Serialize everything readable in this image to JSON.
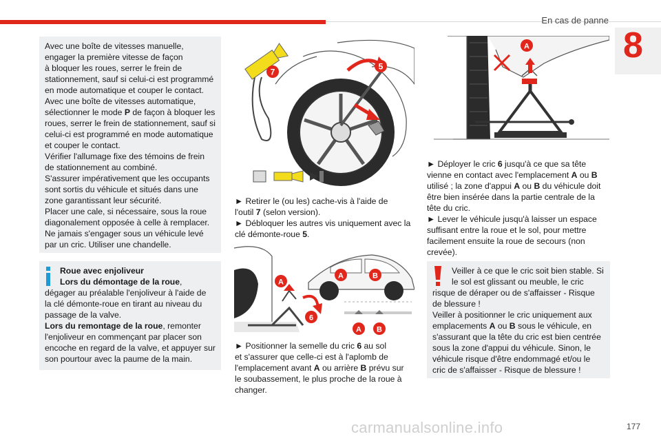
{
  "header": {
    "section": "En cas de panne",
    "chapter": "8"
  },
  "col1": {
    "box1": [
      "Avec une boîte de vitesses manuelle,",
      "engager la première vitesse de façon",
      "à bloquer les roues, serrer le frein de",
      "stationnement, sauf si celui-ci est programmé",
      "en mode automatique et couper le contact.",
      "Avec une boîte de vitesses automatique,",
      [
        "sélectionner le mode ",
        "P",
        " de façon à bloquer les"
      ],
      "roues, serrer le frein de stationnement, sauf si",
      "celui-ci est programmé en mode automatique",
      "et couper le contact.",
      "Vérifier l'allumage fixe des témoins de frein",
      "de stationnement au combiné.",
      "S'assurer impérativement que les occupants",
      "sont sortis du véhicule et situés dans une",
      "zone garantissant leur sécurité.",
      "Placer une cale, si nécessaire, sous la roue",
      "diagonalement opposée à celle à remplacer.",
      "Ne jamais s'engager sous un véhicule levé",
      "par un cric. Utiliser une chandelle."
    ],
    "box2": {
      "title": "Roue avec enjoliveur",
      "sub1": "Lors du démontage de la roue",
      "sub1_tail": ",",
      "lines1": [
        "dégager au préalable l'enjoliveur à l'aide de",
        "la clé démonte-roue en tirant au niveau du",
        "passage de la valve."
      ],
      "sub2": "Lors du remontage de la roue",
      "sub2_tail": ", remonter",
      "lines2": [
        "l'enjoliveur en commençant par placer son",
        "encoche en regard de la valve, et appuyer sur",
        "son pourtour avec la paume de la main."
      ]
    }
  },
  "col2": {
    "fig1_labels": {
      "tool": "7",
      "key": "5"
    },
    "text1": [
      [
        "► Retirer le (ou les) cache-vis à l'aide de",
        "",
        ""
      ],
      [
        "l'outil ",
        "7",
        " (selon version)."
      ],
      [
        "► Débloquer les autres vis uniquement avec la",
        "",
        ""
      ],
      [
        "clé démonte-roue ",
        "5",
        "."
      ]
    ],
    "fig2_labels": {
      "a": "A",
      "b": "B",
      "jack": "6"
    },
    "text2": [
      [
        "► Positionner la semelle du cric ",
        "6",
        " au sol"
      ],
      [
        "et s'assurer que celle-ci est à l'aplomb de",
        "",
        ""
      ],
      [
        "l'emplacement avant ",
        "A",
        " ou arrière "
      ],
      [
        "le soubassement, le plus proche de la roue à",
        "",
        ""
      ],
      [
        "changer.",
        "",
        ""
      ]
    ],
    "text2_b": "B",
    "text2_tail": " prévu sur"
  },
  "col3": {
    "fig3_label": "A",
    "text": [
      [
        "► Déployer le cric ",
        "6",
        " jusqu'à ce que sa tête"
      ],
      [
        "vienne en contact avec l'emplacement ",
        "A",
        " ou "
      ],
      [
        "utilisé ; la zone d'appui ",
        "A",
        " ou "
      ],
      [
        "être bien insérée dans la partie centrale de la",
        "",
        ""
      ],
      [
        "tête du cric.",
        "",
        ""
      ],
      [
        "► Lever le véhicule jusqu'à laisser un espace",
        "",
        ""
      ],
      [
        "suffisant entre la roue et le sol, pour mettre",
        "",
        ""
      ],
      [
        "facilement ensuite la roue de secours (non",
        "",
        ""
      ],
      [
        "crevée).",
        "",
        ""
      ]
    ],
    "line2_b": "B",
    "line3_b": "B",
    "line3_tail": " du véhicule doit",
    "warning": [
      "Veiller à ce que le cric soit bien stable. Si",
      "le sol est glissant ou meuble, le cric",
      "risque de déraper ou de s'affaisser - Risque",
      "de blessure !",
      "Veiller à positionner le cric uniquement aux",
      [
        "emplacements ",
        "A",
        " ou ",
        "B",
        " sous le véhicule, en"
      ],
      "s'assurant que la tête du cric est bien centrée",
      "sous la zone d'appui du véhicule. Sinon, le",
      "véhicule risque d'être endommagé et/ou le",
      "cric de s'affaisser - Risque de blessure !"
    ]
  },
  "footer": {
    "page": "177",
    "watermark": "carmanualsonline.info"
  },
  "colors": {
    "accent": "#e1261c",
    "box": "#eeeff0",
    "figure_yellow": "#f2dc1c"
  }
}
